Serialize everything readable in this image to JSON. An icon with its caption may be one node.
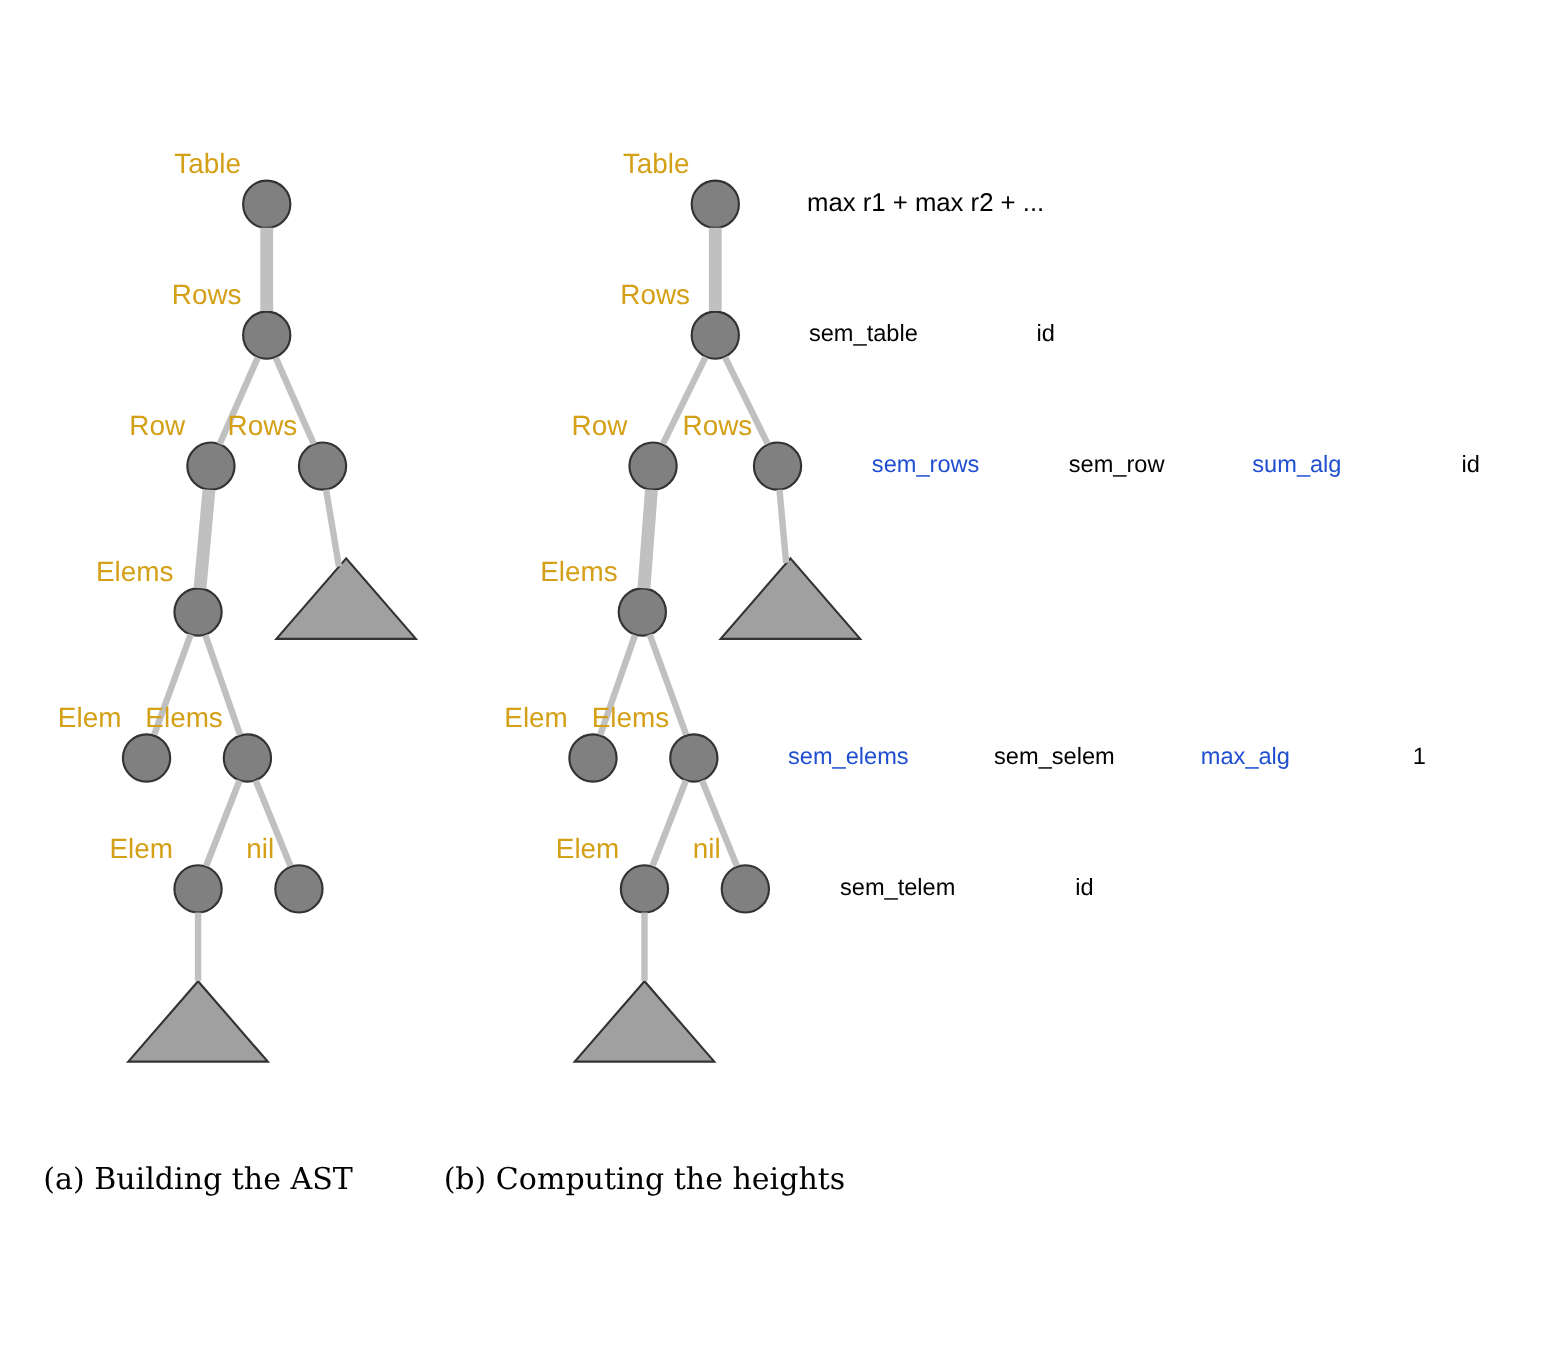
{
  "diagram": {
    "nodes": [
      {
        "text": [
          "Table"
        ]
      },
      {
        "text": [
          "Rows"
        ]
      },
      {
        "text": [
          "Row"
        ]
      },
      {
        "text": [
          "Rows"
        ]
      },
      {
        "text": [],
        "shape": "triangle"
      },
      {
        "text": [
          "Elems"
        ]
      },
      {
        "text": [
          "Elem"
        ]
      },
      {
        "text": [
          "Elems"
        ]
      },
      {
        "text": [
          "Elem"
        ]
      },
      {
        "text": [
          "nil"
        ]
      },
      {
        "text": [],
        "shape": "triangle"
      },
      {
        "text": [
          "Table"
        ],
        "beside": [
          "max r1 + max r2 + ..."
        ]
      },
      {
        "text": [
          "Rows"
        ]
      },
      {
        "text": [
          "Row"
        ]
      },
      {
        "text": [
          "Rows"
        ]
      },
      {
        "text": [],
        "shape": "triangle"
      },
      {
        "text": [
          "Elems"
        ]
      },
      {
        "text": [
          "Elem"
        ]
      },
      {
        "text": [
          "Elems"
        ]
      },
      {
        "text": [
          "Elem"
        ]
      },
      {
        "text": [
          "nil"
        ]
      },
      {
        "text": [],
        "shape": "triangle"
      }
    ],
    "edges": [
      {
        "from": 0,
        "to": 1,
        "arrow": "none",
        "style": "thick"
      },
      {
        "from": 1,
        "to": 2,
        "arrow": "none"
      },
      {
        "from": 1,
        "to": 3,
        "arrow": "none"
      },
      {
        "from": 3,
        "to": 4,
        "arrow": "none"
      },
      {
        "from": 2,
        "to": 5,
        "arrow": "none",
        "style": "thick"
      },
      {
        "from": 5,
        "to": 6,
        "arrow": "none"
      },
      {
        "from": 5,
        "to": 7,
        "arrow": "none"
      },
      {
        "from": 7,
        "to": 8,
        "arrow": "none"
      },
      {
        "from": 7,
        "to": 9,
        "arrow": "none"
      },
      {
        "from": 8,
        "to": 10,
        "arrow": "none"
      },
      {
        "from": 11,
        "to": 12,
        "arrow": "none",
        "style": "thick"
      },
      {
        "from": 12,
        "to": 13,
        "arrow": "none"
      },
      {
        "from": 12,
        "to": 14,
        "arrow": "none"
      },
      {
        "from": 14,
        "to": 15,
        "arrow": "none"
      },
      {
        "from": 13,
        "to": 16,
        "arrow": "none",
        "style": "thick"
      },
      {
        "from": 16,
        "to": 17,
        "arrow": "none"
      },
      {
        "from": 16,
        "to": 18,
        "arrow": "none"
      },
      {
        "from": 18,
        "to": 19,
        "arrow": "none"
      },
      {
        "from": 18,
        "to": 20,
        "arrow": "none"
      },
      {
        "from": 19,
        "to": 21,
        "arrow": "none"
      }
    ],
    "labels": [
      "sem_table",
      "sem_rows",
      "sem_row",
      "sem_elems",
      "sem_selem",
      "sem_telem",
      "id",
      "sum_alg",
      "id",
      "max_alg",
      "1",
      "id",
      "(a) Building the AST",
      "(b) Computing the heights"
    ]
  }
}
